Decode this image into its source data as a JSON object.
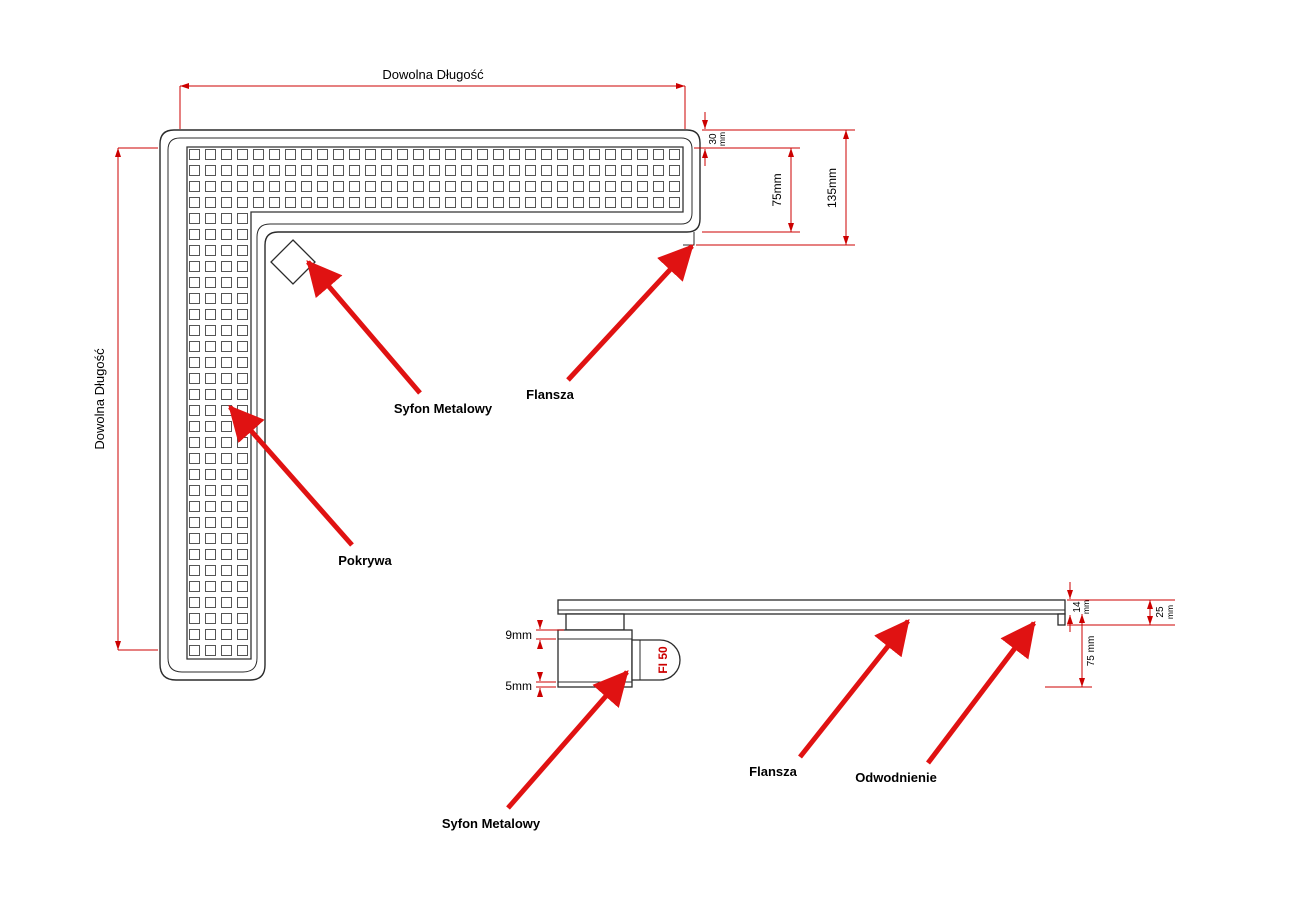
{
  "colors": {
    "dimension_line": "#cc0000",
    "annotation_arrow": "#e01212",
    "part_outline": "#2b2b2b",
    "pipe_diameter_text": "#cc0000",
    "background": "#ffffff"
  },
  "top_view": {
    "dim_top_length": "Dowolna Długość",
    "dim_left_length": "Dowolna Długość",
    "dim_flange_value": "30",
    "dim_flange_unit": "mm",
    "dim_grate_width": "75mm",
    "dim_total_width": "135mm",
    "label_siphon": "Syfon Metalowy",
    "label_flange": "Flansza",
    "label_cover": "Pokrywa"
  },
  "side_view": {
    "dim_top_gap": "9mm",
    "dim_bottom_lip": "5mm",
    "dim_plate_value": "14",
    "dim_plate_unit": "mm",
    "dim_edge_value": "25",
    "dim_edge_unit": "mm",
    "dim_height": "75 mm",
    "label_pipe_diameter": "FI 50",
    "label_flange": "Flansza",
    "label_drain": "Odwodnienie",
    "label_siphon": "Syfon Metalowy"
  }
}
